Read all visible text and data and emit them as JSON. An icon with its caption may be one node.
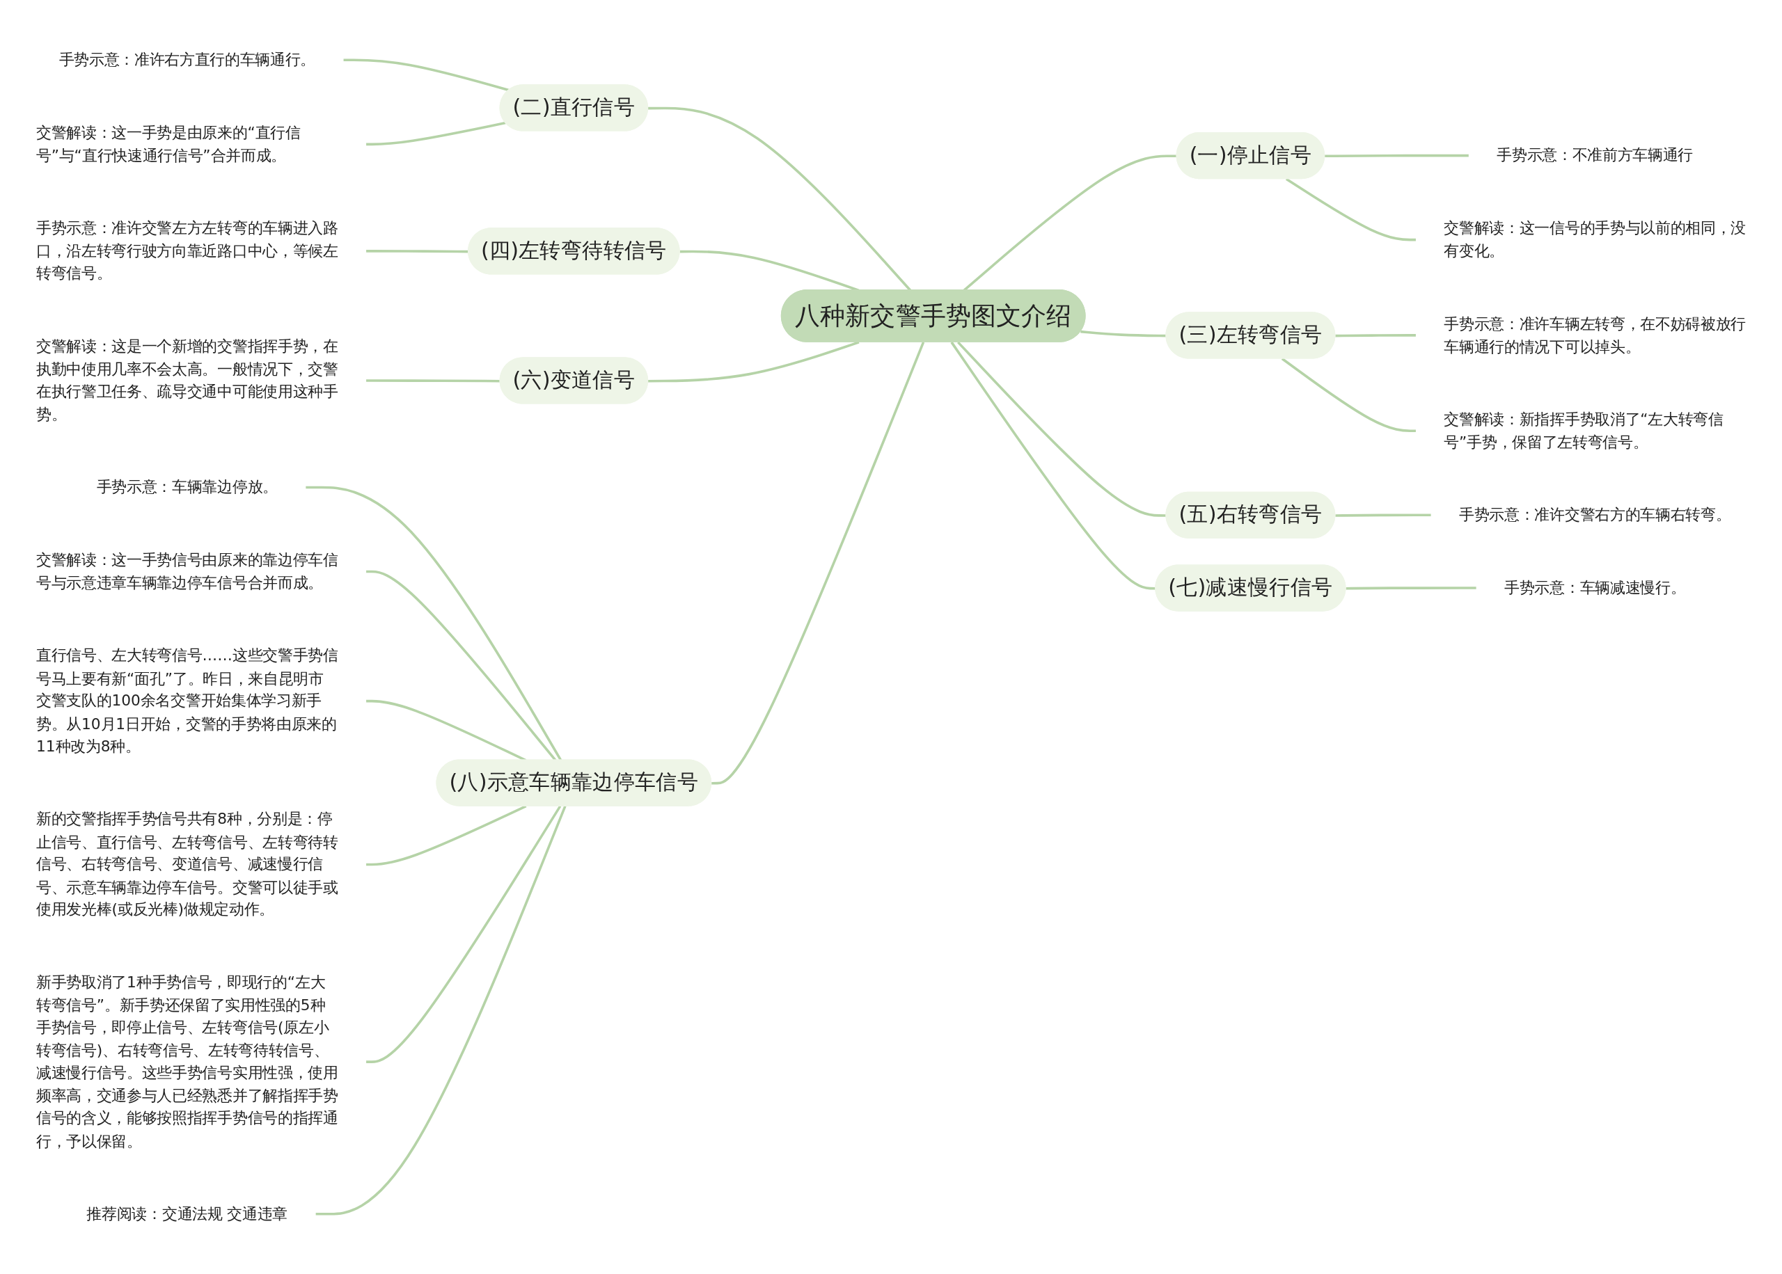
{
  "diagram": {
    "nodes": [
      {
        "text": [
          "八种新交警手势图文介绍"
        ]
      },
      {
        "text": [
          "(一)停止信号"
        ]
      },
      {
        "text": [
          "手势示意：不准前方车辆通行"
        ]
      },
      {
        "text": [
          "交警解读：这一信号的手势与以前的相同，没有变化。"
        ]
      },
      {
        "text": [
          "(二)直行信号"
        ]
      },
      {
        "text": [
          "手势示意：准许右方直行的车辆通行。"
        ]
      },
      {
        "text": [
          "交警解读：这一手势是由原来的“直行信号”与“直行快速通行信号”合并而成。"
        ]
      },
      {
        "text": [
          "(三)左转弯信号"
        ]
      },
      {
        "text": [
          "手势示意：准许车辆左转弯，在不妨碍被放行车辆通行的情况下可以掉头。"
        ]
      },
      {
        "text": [
          "交警解读：新指挥手势取消了“左大转弯信号”手势，保留了左转弯信号。"
        ]
      },
      {
        "text": [
          "(四)左转弯待转信号"
        ]
      },
      {
        "text": [
          "手势示意：准许交警左方左转弯的车辆进入路口，沿左转弯行驶方向靠近路口中心，等候左转弯信号。"
        ]
      },
      {
        "text": [
          "(五)右转弯信号"
        ]
      },
      {
        "text": [
          "手势示意：准许交警右方的车辆右转弯。"
        ]
      },
      {
        "text": [
          "(六)变道信号"
        ]
      },
      {
        "text": [
          "交警解读：这是一个新增的交警指挥手势，在执勤中使用几率不会太高。一般情况下，交警在执行警卫任务、疏导交通中可能使用这种手势。"
        ]
      },
      {
        "text": [
          "(七)减速慢行信号"
        ]
      },
      {
        "text": [
          "手势示意：车辆减速慢行。"
        ]
      },
      {
        "text": [
          "(八)示意车辆靠边停车信号"
        ]
      },
      {
        "text": [
          "手势示意：车辆靠边停放。"
        ]
      },
      {
        "text": [
          "交警解读：这一手势信号由原来的靠边停车信号与示意违章车辆靠边停车信号合并而成。"
        ]
      },
      {
        "text": [
          "直行信号、左大转弯信号……这些交警手势信号马上要有新“面孔”了。昨日，来自昆明市交警支队的100余名交警开始集体学习新手势。从10月1日开始，交警的手势将由原来的11种改为8种。"
        ]
      },
      {
        "text": [
          "新的交警指挥手势信号共有8种，分别是：停止信号、直行信号、左转弯信号、左转弯待转信号、右转弯信号、变道信号、减速慢行信号、示意车辆靠边停车信号。交警可以徒手或使用发光棒(或反光棒)做规定动作。"
        ]
      },
      {
        "text": [
          "新手势取消了1种手势信号，即现行的“左大转弯信号”。新手势还保留了实用性强的5种手势信号，即停止信号、左转弯信号(原左小转弯信号)、右转弯信号、左转弯待转信号、减速慢行信号。这些手势信号实用性强，使用频率高，交通参与人已经熟悉并了解指挥手势信号的含义，能够按照指挥手势信号的指挥通行，予以保留。"
        ]
      },
      {
        "text": [
          "推荐阅读：交通法规 交通违章"
        ]
      }
    ],
    "edges": [
      {
        "from": 0,
        "to": 1,
        "arrow": "none"
      },
      {
        "from": 1,
        "to": 2,
        "arrow": "none"
      },
      {
        "from": 1,
        "to": 3,
        "arrow": "none"
      },
      {
        "from": 4,
        "to": 0,
        "arrow": "none"
      },
      {
        "from": 5,
        "to": 4,
        "arrow": "none"
      },
      {
        "from": 6,
        "to": 4,
        "arrow": "none"
      },
      {
        "from": 0,
        "to": 7,
        "arrow": "none"
      },
      {
        "from": 7,
        "to": 8,
        "arrow": "none"
      },
      {
        "from": 7,
        "to": 9,
        "arrow": "none"
      },
      {
        "from": 10,
        "to": 0,
        "arrow": "none"
      },
      {
        "from": 11,
        "to": 10,
        "arrow": "none"
      },
      {
        "from": 0,
        "to": 12,
        "arrow": "none"
      },
      {
        "from": 12,
        "to": 13,
        "arrow": "none"
      },
      {
        "from": 14,
        "to": 0,
        "arrow": "none"
      },
      {
        "from": 15,
        "to": 14,
        "arrow": "none"
      },
      {
        "from": 0,
        "to": 16,
        "arrow": "none"
      },
      {
        "from": 16,
        "to": 17,
        "arrow": "none"
      },
      {
        "from": 18,
        "to": 0,
        "arrow": "none"
      },
      {
        "from": 19,
        "to": 18,
        "arrow": "none"
      },
      {
        "from": 20,
        "to": 18,
        "arrow": "none"
      },
      {
        "from": 21,
        "to": 18,
        "arrow": "none"
      },
      {
        "from": 22,
        "to": 18,
        "arrow": "none"
      },
      {
        "from": 23,
        "to": 18,
        "arrow": "none"
      },
      {
        "from": 24,
        "to": 18,
        "arrow": "none"
      }
    ]
  }
}
